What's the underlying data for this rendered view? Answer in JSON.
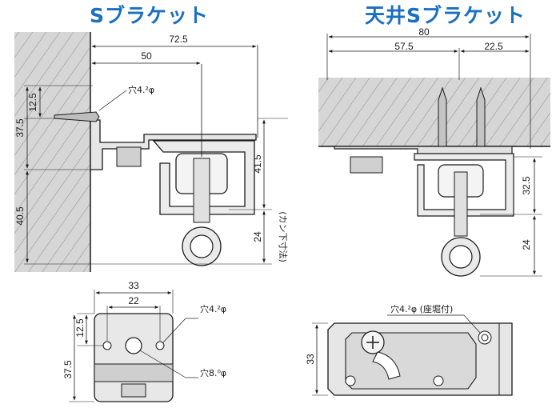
{
  "titles": {
    "left": "Sブラケット",
    "right": "天井Sブラケット"
  },
  "colors": {
    "title": "#1a6fc0",
    "wall": "#d6d6d6",
    "line": "#1a1a1a"
  },
  "dims": {
    "tl_w_total": "72.5",
    "tl_w_inner": "50",
    "tl_v_12_5": "12.5",
    "tl_v_37_5": "37.5",
    "tl_v_40_5": "40.5",
    "tl_v_41_5": "41.5",
    "tl_v_24": "24",
    "tl_hole": "穴4.²φ",
    "tl_kan": "(カン下寸法)",
    "tr_w_total": "80",
    "tr_w_57_5": "57.5",
    "tr_w_22_5": "22.5",
    "tr_v_32_5": "32.5",
    "tr_v_24": "24",
    "bl_w_33": "33",
    "bl_w_22": "22",
    "bl_v_12_5": "12.5",
    "bl_v_37_5": "37.5",
    "bl_hole4": "穴4.²φ",
    "bl_hole8": "穴8.⁰φ",
    "br_v_33": "33",
    "br_hole": "穴4.²φ (座堀付)"
  }
}
